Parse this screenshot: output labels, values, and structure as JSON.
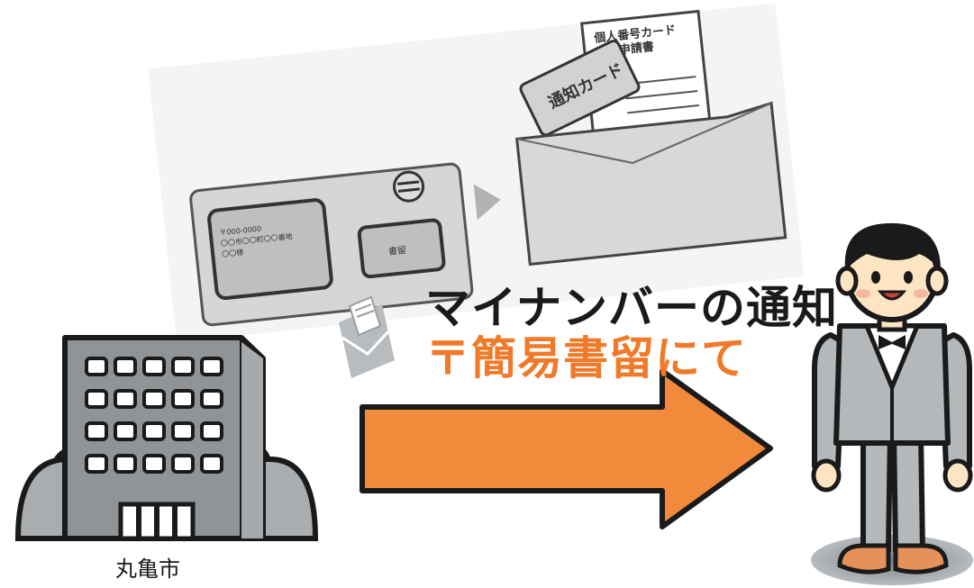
{
  "photo": {
    "card_label": "通知カード",
    "form_title": "個人番号カード\n交付申請書",
    "mailer_button": "書留",
    "mailer_address": "〒000-0000\n〇〇市〇〇町〇〇番地\n〇〇様"
  },
  "headline": {
    "line1": "マイナンバーの通知",
    "line2": "〒簡易書留にて"
  },
  "sender": {
    "label": "丸亀市"
  },
  "colors": {
    "arrow": "#f28a3c",
    "line2": "#f07a2a",
    "building": "#909497",
    "person_suit": "#b4b8bb",
    "skin": "#fde4c2",
    "shoes": "#e7915a"
  },
  "icons": {
    "mail": "envelope-letter-icon",
    "building": "office-building-icon",
    "person": "recipient-person-icon"
  }
}
